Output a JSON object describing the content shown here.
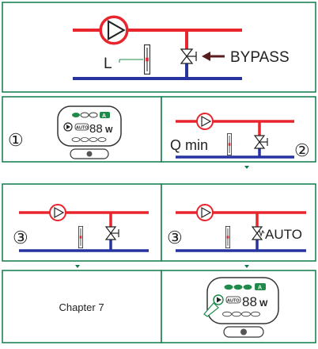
{
  "colors": {
    "border": "#0f7a4a",
    "supply": "#e8252c",
    "return": "#2733a0",
    "pump_ring": "#e8252c",
    "arrow_dark": "#5a1c1c",
    "display_green": "#1f8a4a",
    "indicator_red": "#e8252c"
  },
  "panel_top": {
    "label_l": "L",
    "label_bypass": "BYPASS"
  },
  "panel_row2_left": {
    "step": "①",
    "display": {
      "auto_label": "AUTO",
      "digits": "88",
      "unit": "W",
      "badge": "A"
    }
  },
  "panel_row2_right": {
    "label_qmin": "Q min",
    "step": "②"
  },
  "panel_row3_left": {
    "step": "③"
  },
  "panel_row3_right": {
    "step": "③",
    "label_auto": "AUTO"
  },
  "panel_row4_left": {
    "text": "Chapter 7"
  },
  "panel_row4_right": {
    "display": {
      "auto_label": "AUTO",
      "digits": "88",
      "unit": "W",
      "badge": "A"
    }
  }
}
